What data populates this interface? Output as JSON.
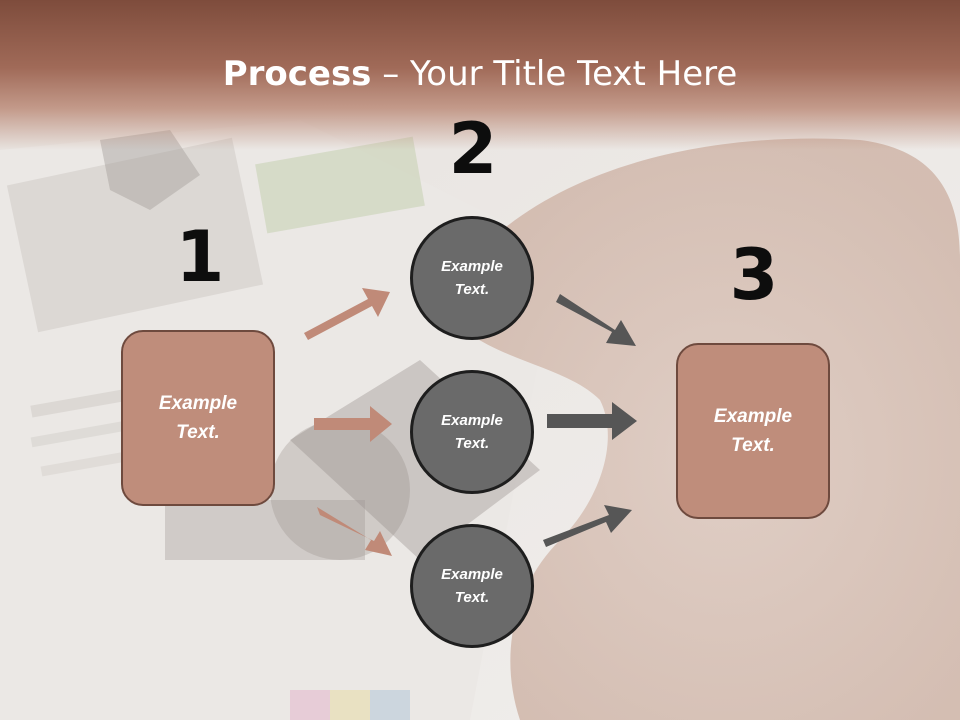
{
  "slide": {
    "title_bold": "Process",
    "title_rest": " – Your Title Text Here"
  },
  "steps": {
    "step1_number": "1",
    "step2_number": "2",
    "step3_number": "3"
  },
  "nodes": {
    "left_box": "Example\nText.",
    "circle_top": "Example\nText.",
    "circle_middle": "Example\nText.",
    "circle_bottom": "Example\nText.",
    "right_box": "Example\nText."
  },
  "colors": {
    "title_band": "#8a5544",
    "box_fill": "#bf8d7b",
    "box_border": "#6e4a3e",
    "circle_fill": "#6a6a6a",
    "circle_border": "#1e1e1e",
    "left_arrows": "#c08a78",
    "right_arrows": "#565656"
  }
}
